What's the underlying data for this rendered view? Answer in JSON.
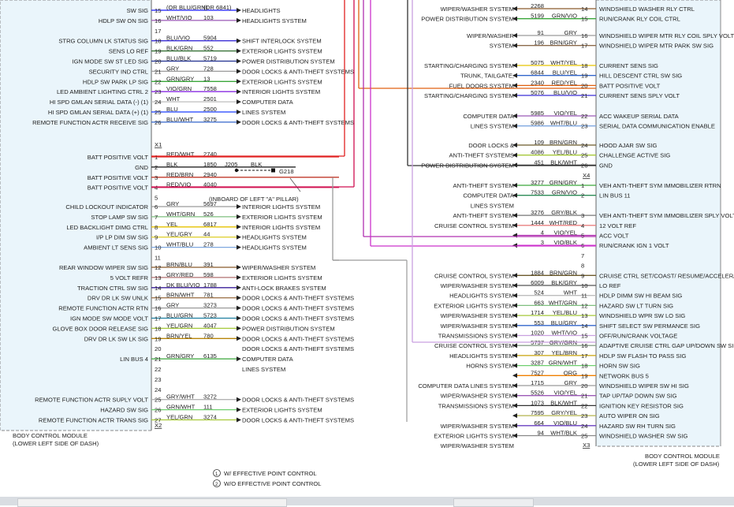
{
  "left_module": {
    "name_line1": "BODY CONTROL MODULE",
    "name_line2": "(LOWER LEFT SIDE OF DASH)",
    "pins": [
      {
        "sig": "SW SIG",
        "pin": "15",
        "wire": "(OR BLU/GRN)",
        "circuit": "(OR 6841)",
        "dest": "HEADLIGHTS",
        "color": "#1a1aff"
      },
      {
        "sig": "HDLP SW ON SIG",
        "pin": "16",
        "wire": "WHT/VIO",
        "circuit": "103",
        "dest": "HEADLIGHTS SYSTEM",
        "color": "#9b59b6"
      },
      {
        "sig": "",
        "pin": "17",
        "wire": "",
        "circuit": "",
        "dest": "",
        "color": ""
      },
      {
        "sig": "STRG COLUMN LK STATUS SIG",
        "pin": "18",
        "wire": "BLU/VIO",
        "circuit": "5904",
        "dest": "SHIFT INTERLOCK SYSTEM",
        "color": "#3b2fd6"
      },
      {
        "sig": "SENS LO REF",
        "pin": "19",
        "wire": "BLK/GRN",
        "circuit": "552",
        "dest": "EXTERIOR LIGHTS SYSTEM",
        "color": "#2d6b2d"
      },
      {
        "sig": "IGN MODE SW ST LED SIG",
        "pin": "20",
        "wire": "BLU/BLK",
        "circuit": "5719",
        "dest": "POWER DISTRIBUTION SYSTEM",
        "color": "#1f2f8f"
      },
      {
        "sig": "SECURITY IND CTRL",
        "pin": "21",
        "wire": "GRY",
        "circuit": "728",
        "dest": "DOOR LOCKS & ANTI-THEFT SYSTEMS",
        "color": "#9a9a9a"
      },
      {
        "sig": "HDLP SW PARK LP SIG",
        "pin": "22",
        "wire": "GRN/GRY",
        "circuit": "13",
        "dest": "EXTERIOR LIGHTS SYSTEM",
        "color": "#3aa63a"
      },
      {
        "sig": "LED AMBIENT LIGHTING CTRL 2",
        "pin": "23",
        "wire": "VIO/GRN",
        "circuit": "7558",
        "dest": "INTERIOR LIGHTS SYSTEM",
        "color": "#8a2be2"
      },
      {
        "sig": "HI SPD GMLAN SERIAL DATA (-) (1)",
        "pin": "24",
        "wire": "WHT",
        "circuit": "2501",
        "dest": "COMPUTER DATA",
        "color": "#bdbdbd"
      },
      {
        "sig": "HI SPD GMLAN SERIAL DATA (+) (1)",
        "pin": "25",
        "wire": "BLU",
        "circuit": "2500",
        "dest": "LINES SYSTEM",
        "color": "#1a3dff"
      },
      {
        "sig": "REMOTE FUNCTION ACTR RECEIVE SIG",
        "pin": "26",
        "wire": "BLU/WHT",
        "circuit": "3275",
        "dest": "DOOR LOCKS & ANTI-THEFT SYSTEMS",
        "color": "#3366cc"
      },
      {
        "sig": "BATT POSITIVE VOLT",
        "pin": "1",
        "wire": "RED/WHT",
        "circuit": "2740",
        "dest": "",
        "color": "#e02020"
      },
      {
        "sig": "GND",
        "pin": "2",
        "wire": "BLK",
        "circuit": "1850",
        "dest": "",
        "color": "#111111"
      },
      {
        "sig": "BATT POSITIVE VOLT",
        "pin": "3",
        "wire": "RED/BRN",
        "circuit": "2940",
        "dest": "",
        "color": "#c0392b"
      },
      {
        "sig": "BATT POSITIVE VOLT",
        "pin": "4",
        "wire": "RED/VIO",
        "circuit": "4040",
        "dest": "",
        "color": "#d01050"
      },
      {
        "sig": "",
        "pin": "5",
        "wire": "",
        "circuit": "",
        "dest": "",
        "color": ""
      },
      {
        "sig": "CHILD LOCKOUT INDICATOR",
        "pin": "6",
        "wire": "GRY",
        "circuit": "5697",
        "dest": "INTERIOR LIGHTS SYSTEM",
        "color": "#9a9a9a"
      },
      {
        "sig": "STOP LAMP SW SIG",
        "pin": "7",
        "wire": "WHT/GRN",
        "circuit": "526",
        "dest": "EXTERIOR LIGHTS SYSTEM",
        "color": "#7fbf7f"
      },
      {
        "sig": "LED BACKLIGHT DIMG CTRL",
        "pin": "8",
        "wire": "YEL",
        "circuit": "6817",
        "dest": "INTERIOR LIGHTS SYSTEM",
        "color": "#e6c300"
      },
      {
        "sig": "I/P LP DIM SW SIG",
        "pin": "9",
        "wire": "YEL/GRY",
        "circuit": "44",
        "dest": "HEADLIGHTS SYSTEM",
        "color": "#e0d23a"
      },
      {
        "sig": "AMBIENT LT SENS SIG",
        "pin": "10",
        "wire": "WHT/BLU",
        "circuit": "278",
        "dest": "HEADLIGHTS SYSTEM",
        "color": "#7fa8e0"
      },
      {
        "sig": "",
        "pin": "11",
        "wire": "",
        "circuit": "",
        "dest": "",
        "color": ""
      },
      {
        "sig": "REAR WINDOW WIPER SW SIG",
        "pin": "12",
        "wire": "BRN/BLU",
        "circuit": "391",
        "dest": "WIPER/WASHER SYSTEM",
        "color": "#8b5a2b"
      },
      {
        "sig": "5 VOLT REFR",
        "pin": "13",
        "wire": "GRY/RED",
        "circuit": "598",
        "dest": "EXTERIOR LIGHTS SYSTEM",
        "color": "#b07070"
      },
      {
        "sig": "TRACTION CTRL SW SIG",
        "pin": "14",
        "wire": "DK BLU/VIO",
        "circuit": "1788",
        "dest": "ANTI-LOCK BRAKES SYSTEM",
        "color": "#3a1f9a"
      },
      {
        "sig": "DRV DR LK SW UNLK",
        "pin": "15",
        "wire": "BRN/WHT",
        "circuit": "781",
        "dest": "DOOR LOCKS & ANTI-THEFT SYSTEMS",
        "color": "#a07850"
      },
      {
        "sig": "REMOTE FUNCTION ACTR RTN",
        "pin": "16",
        "wire": "GRY",
        "circuit": "3273",
        "dest": "DOOR LOCKS & ANTI-THEFT SYSTEMS",
        "color": "#9a9a9a"
      },
      {
        "sig": "IGN MODE SW MODE VOLT",
        "pin": "17",
        "wire": "BLU/GRN",
        "circuit": "5723",
        "dest": "DOOR LOCKS & ANTI-THEFT SYSTEMS",
        "color": "#1f7fa0"
      },
      {
        "sig": "GLOVE BOX DOOR RELEASE SIG",
        "pin": "18",
        "wire": "YEL/GRN",
        "circuit": "4047",
        "dest": "POWER DISTRIBUTION SYSTEM",
        "color": "#a6c93a"
      },
      {
        "sig": "DRV DR LK SW LK SIG",
        "pin": "19",
        "wire": "BRN/YEL",
        "circuit": "780",
        "dest": "DOOR LOCKS & ANTI-THEFT SYSTEMS",
        "color": "#b8860b"
      },
      {
        "sig": "",
        "pin": "20",
        "wire": "",
        "circuit": "",
        "dest": "DOOR LOCKS & ANTI-THEFT SYSTEMS",
        "color": ""
      },
      {
        "sig": "LIN BUS 4",
        "pin": "21",
        "wire": "GRN/GRY",
        "circuit": "6135",
        "dest": "COMPUTER DATA",
        "color": "#3aa63a"
      },
      {
        "sig": "",
        "pin": "22",
        "wire": "",
        "circuit": "",
        "dest": "LINES SYSTEM",
        "color": ""
      },
      {
        "sig": "",
        "pin": "23",
        "wire": "",
        "circuit": "",
        "dest": "",
        "color": ""
      },
      {
        "sig": "",
        "pin": "24",
        "wire": "",
        "circuit": "",
        "dest": "",
        "color": ""
      },
      {
        "sig": "REMOTE FUNCTION ACTR SUPLY VOLT",
        "pin": "25",
        "wire": "GRY/WHT",
        "circuit": "3272",
        "dest": "DOOR LOCKS & ANTI-THEFT SYSTEMS",
        "color": "#b3b3b3"
      },
      {
        "sig": "HAZARD SW SIG",
        "pin": "26",
        "wire": "GRN/WHT",
        "circuit": "111",
        "dest": "EXTERIOR LIGHTS SYSTEM",
        "color": "#6fcf6f"
      },
      {
        "sig": "REMOTE FUNCTION ACTR TRANS SIG",
        "pin": "27",
        "wire": "YEL/GRN",
        "circuit": "3274",
        "dest": "DOOR LOCKS & ANTI-THEFT SYSTEMS",
        "color": "#a6c93a"
      }
    ],
    "connectors": [
      "X1",
      "X2"
    ],
    "ground_splice": "J205",
    "ground_point": "G218",
    "ground_wire": "BLK",
    "ground_note": "(INBOARD OF LEFT \"A\" PILLAR)"
  },
  "right_module": {
    "name_line1": "BODY CONTROL MODULE",
    "name_line2": "(LOWER LEFT SIDE OF DASH)",
    "pins": [
      {
        "src": "WIPER/WASHER SYSTEM",
        "wire": "",
        "circuit": "2268",
        "pin": "14",
        "sig": "WINDSHIELD WASHER RLY CTRL",
        "color": "#8b5a2b"
      },
      {
        "src": "POWER DISTRIBUTION SYSTEM",
        "wire": "GRN/VIO",
        "circuit": "5199",
        "pin": "15",
        "sig": "RUN/CRANK RLY COIL CTRL",
        "color": "#3aa63a"
      },
      {
        "src": "WIPER/WASHER",
        "wire": "GRY",
        "circuit": "91",
        "pin": "16",
        "sig": "WINDSHIELD WIPER MTR RLY COIL SPLY VOLT",
        "color": "#9a9a9a"
      },
      {
        "src": "SYSTEM",
        "wire": "BRN/GRY",
        "circuit": "196",
        "pin": "17",
        "sig": "WINDSHIELD WIPER MTR PARK SW SIG",
        "color": "#8b6a4b"
      },
      {
        "src": "STARTING/CHARGING SYSTEM",
        "wire": "WHT/YEL",
        "circuit": "5075",
        "pin": "18",
        "sig": "CURRENT SENS SIG",
        "color": "#e6c300"
      },
      {
        "src": "TRUNK, TAILGATE,",
        "wire": "BLU/YEL",
        "circuit": "6844",
        "pin": "19",
        "sig": "HILL DESCENT CTRL SW SIG",
        "color": "#3366cc"
      },
      {
        "src": "FUEL DOORS SYSTEM",
        "wire": "RED/YEL",
        "circuit": "2340",
        "pin": "20",
        "sig": "BATT POSITIVE VOLT",
        "color": "#e06010"
      },
      {
        "src": "STARTING/CHARGING SYSTEM",
        "wire": "BLU/VIO",
        "circuit": "5076",
        "pin": "21",
        "sig": "CURRENT SENS SPLY VOLT",
        "color": "#3b2fd6"
      },
      {
        "src": "COMPUTER DATA",
        "wire": "VIO/YEL",
        "circuit": "5985",
        "pin": "22",
        "sig": "ACC WAKEUP SERIAL DATA",
        "color": "#9b59b6"
      },
      {
        "src": "LINES SYSTEM",
        "wire": "WHT/BLU",
        "circuit": "5986",
        "pin": "23",
        "sig": "SERIAL DATA COMMUNICATION ENABLE",
        "color": "#7fa8e0"
      },
      {
        "src": "DOOR LOCKS &",
        "wire": "BRN/GRN",
        "circuit": "109",
        "pin": "24",
        "sig": "HOOD AJAR SW SIG",
        "color": "#6b5a2b"
      },
      {
        "src": "ANTI-THEFT SYSTEMS",
        "wire": "YEL/BLU",
        "circuit": "4086",
        "pin": "25",
        "sig": "CHALLENGE ACTIVE SIG",
        "color": "#a6c93a"
      },
      {
        "src": "POWER DISTRIBUTION SYSTEM",
        "wire": "BLK/WHT",
        "circuit": "451",
        "pin": "26",
        "sig": "GND",
        "color": "#333333"
      },
      {
        "src": "ANTI-THEFT SYSTEM",
        "wire": "GRN/GRY",
        "circuit": "3277",
        "pin": "1",
        "sig": "VEH ANTI-THEFT SYM IMMOBILIZER RTRN",
        "color": "#3aa63a"
      },
      {
        "src": "COMPUTER DATA",
        "wire": "GRN/VIO",
        "circuit": "7533",
        "pin": "2",
        "sig": "LIN BUS 11",
        "color": "#2d8b57"
      },
      {
        "src": "LINES SYSTEM",
        "wire": "",
        "circuit": "",
        "pin": "",
        "sig": "",
        "color": ""
      },
      {
        "src": "ANTI-THEFT SYSTEM",
        "wire": "GRY/BLK",
        "circuit": "3276",
        "pin": "3",
        "sig": "VEH ANTI-THEFT SYM IMMOBILIZER SPLY VOLT",
        "color": "#777777"
      },
      {
        "src": "CRUISE CONTROL SYSTEM",
        "wire": "WHT/RED",
        "circuit": "1444",
        "pin": "4",
        "sig": "12 VOLT REF",
        "color": "#e88080"
      },
      {
        "src": "",
        "wire": "VIO/YEL",
        "circuit": "4",
        "pin": "5",
        "sig": "ACC VOLT",
        "color": "#b030b0"
      },
      {
        "src": "",
        "wire": "VIO/BLK",
        "circuit": "3",
        "pin": "6",
        "sig": "RUN/CRANK IGN 1 VOLT",
        "color": "#cc33cc"
      },
      {
        "src": "",
        "wire": "",
        "circuit": "",
        "pin": "7",
        "sig": "",
        "color": ""
      },
      {
        "src": "",
        "wire": "",
        "circuit": "",
        "pin": "8",
        "sig": "",
        "color": ""
      },
      {
        "src": "CRUISE CONTROL SYSTEM",
        "wire": "BRN/GRN",
        "circuit": "1884",
        "pin": "9",
        "sig": "CRUISE CTRL SET/COAST/ RESUME/ACCELERATE SW SIG",
        "color": "#6b5a2b"
      },
      {
        "src": "WIPER/WASHER SYSTEM",
        "wire": "BLK/GRY",
        "circuit": "6009",
        "pin": "10",
        "sig": "LO REF",
        "color": "#555555"
      },
      {
        "src": "HEADLIGHTS SYSTEM",
        "wire": "WHT",
        "circuit": "524",
        "pin": "11",
        "sig": "HDLP DIMM SW HI BEAM SIG",
        "color": "#bdbdbd"
      },
      {
        "src": "EXTERIOR LIGHTS SYSTEM",
        "wire": "WHT/GRN",
        "circuit": "663",
        "pin": "12",
        "sig": "HAZARD SW LT TURN SIG",
        "color": "#7fbf7f"
      },
      {
        "src": "WIPER/WASHER SYSTEM",
        "wire": "YEL/BLU",
        "circuit": "1714",
        "pin": "13",
        "sig": "WINDSHIELD WPR SW LO SIG",
        "color": "#a6c93a"
      },
      {
        "src": "WIPER/WASHER SYSTEM",
        "wire": "BLU/GRY",
        "circuit": "553",
        "pin": "14",
        "sig": "SHIFT SELECT SW PERMANCE SIG",
        "color": "#3366cc"
      },
      {
        "src": "TRANSMISSIONS SYSTEM",
        "wire": "WHT/VIO",
        "circuit": "1020",
        "pin": "15",
        "sig": "OFF/RUN/CRANK VOLTAGE",
        "color": "#c9a0e0"
      },
      {
        "src": "CRUISE CONTROL SYSTEM",
        "wire": "GRY/GRN",
        "circuit": "5737",
        "pin": "16",
        "sig": "ADAPTIVE CRUISE CTRL GAP UP/DOWN SW SIG",
        "color": "#8aa08a"
      },
      {
        "src": "HEADLIGHTS SYSTEM",
        "wire": "YEL/BRN",
        "circuit": "307",
        "pin": "17",
        "sig": "HDLP SW FLASH TO PASS SIG",
        "color": "#c9a30b"
      },
      {
        "src": "HORNS SYSTEM",
        "wire": "GRN/WHT",
        "circuit": "3287",
        "pin": "18",
        "sig": "HORN SW SIG",
        "color": "#6fcf6f"
      },
      {
        "src": "",
        "wire": "ORG",
        "circuit": "7527",
        "pin": "19",
        "sig": "NETWORK BUS 5",
        "color": "#f07f00"
      },
      {
        "src": "COMPUTER DATA LINES SYSTEM",
        "wire": "GRY",
        "circuit": "1715",
        "pin": "20",
        "sig": "WINDSHIELD WIPER SW HI SIG",
        "color": "#9a9a9a"
      },
      {
        "src": "WIPER/WASHER SYSTEM",
        "wire": "VIO/YEL",
        "circuit": "5526",
        "pin": "21",
        "sig": "TAP UP/TAP DOWN SW SIG",
        "color": "#9b59b6"
      },
      {
        "src": "TRANSMISSIONS SYSTEM",
        "wire": "BLK/WHT",
        "circuit": "1073",
        "pin": "22",
        "sig": "IGNITION KEY RESISTOR SIG",
        "color": "#333333"
      },
      {
        "src": "",
        "wire": "GRY/YEL",
        "circuit": "7595",
        "pin": "23",
        "sig": "AUTO WIPER ON SIG",
        "color": "#b3b34d"
      },
      {
        "src": "WIPER/WASHER SYSTEM",
        "wire": "VIO/BLU",
        "circuit": "664",
        "pin": "24",
        "sig": "HAZARD SW RH TURN SIG",
        "color": "#6a3fc0"
      },
      {
        "src": "EXTERIOR LIGHTS SYSTEM",
        "wire": "WHT/BLK",
        "circuit": "94",
        "pin": "25",
        "sig": "WINDSHIELD WASHER SW SIG",
        "color": "#888888"
      },
      {
        "src": "WIPER/WASHER SYSTEM",
        "wire": "",
        "circuit": "",
        "pin": "",
        "sig": "",
        "color": ""
      }
    ],
    "connectors": [
      "X4",
      "X3"
    ]
  },
  "legend": [
    {
      "num": "1",
      "text": "W/ EFFECTIVE POINT CONTROL"
    },
    {
      "num": "2",
      "text": "W/O EFFECTIVE POINT CONTROL"
    }
  ]
}
